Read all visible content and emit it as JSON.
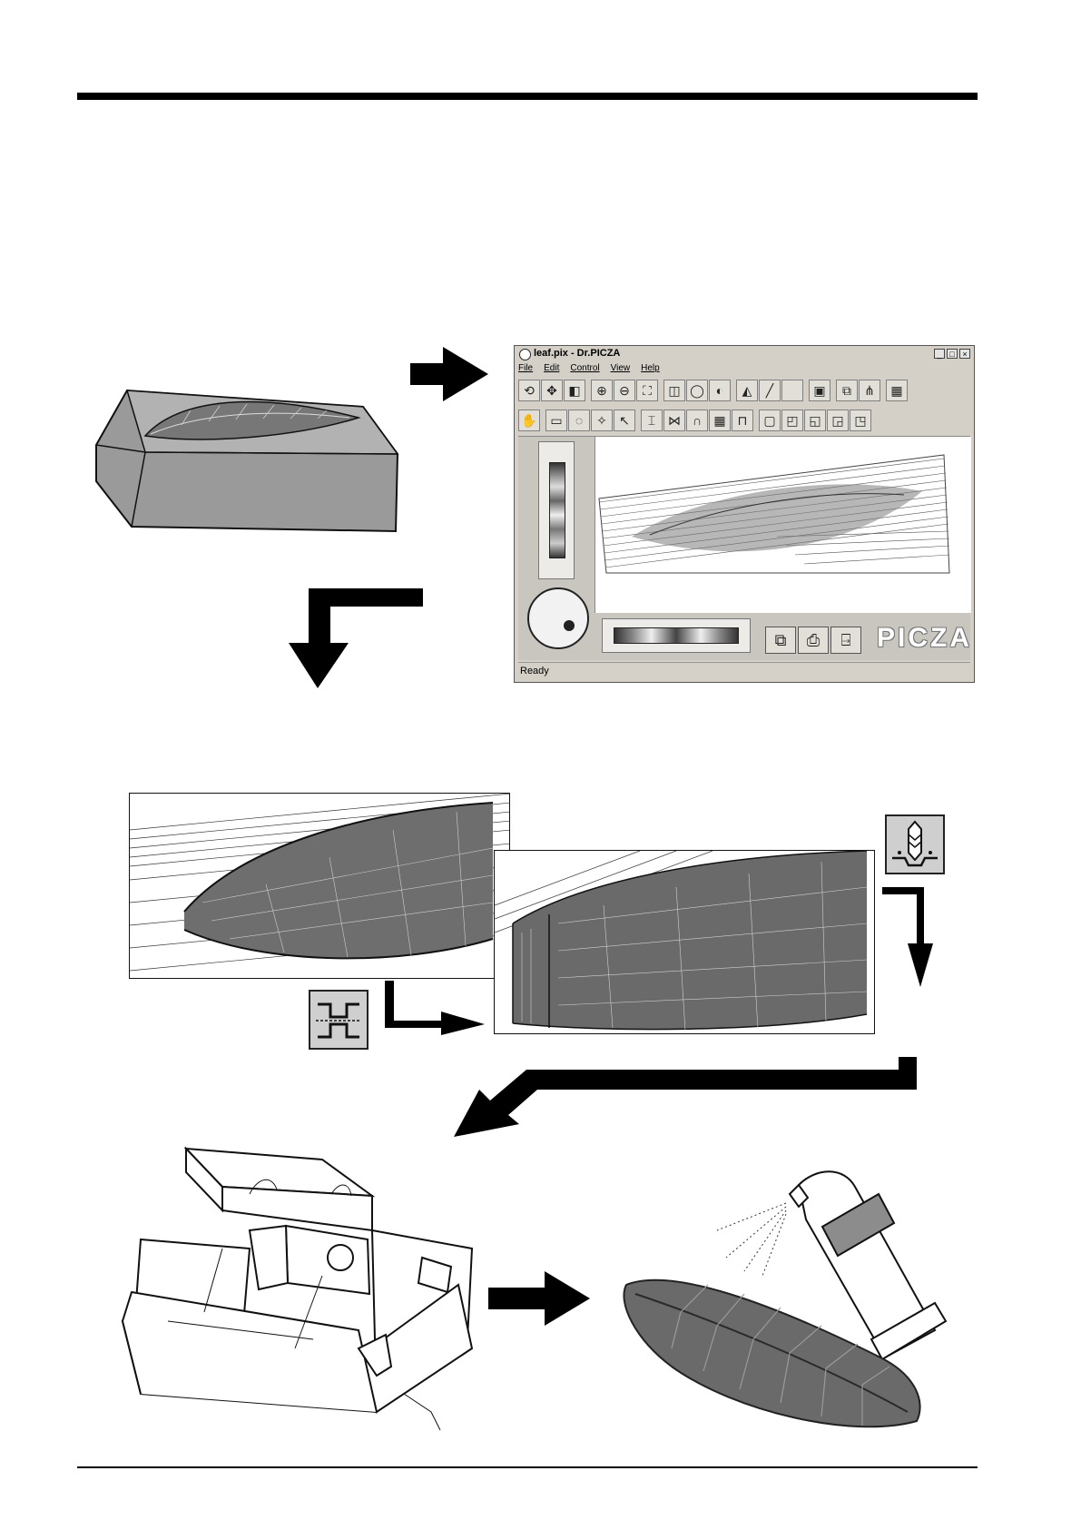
{
  "window": {
    "title": "leaf.pix - Dr.PICZA",
    "controls": {
      "minimize": "_",
      "maximize": "□",
      "close": "×"
    },
    "menus": [
      "File",
      "Edit",
      "Control",
      "View",
      "Help"
    ],
    "brand": "PICZA",
    "status": "Ready"
  },
  "icons": {
    "toolbar_1": [
      "rotate-icon",
      "move-icon",
      "extrude-icon",
      "zoom-in-icon",
      "zoom-out-icon",
      "fit-icon",
      "box-view-icon",
      "sphere-view-icon",
      "shade-icon",
      "fill-icon",
      "brush-icon",
      "blank-icon",
      "cube-icon",
      "copy-icon",
      "cut-icon",
      "export-icon"
    ],
    "toolbar_2": [
      "hand-icon",
      "select-rect-icon",
      "lasso-icon",
      "wand-icon",
      "pointer-icon",
      "step-icon",
      "mirror-icon",
      "arch-icon",
      "grid-icon",
      "frame-icon",
      "view-front-icon",
      "view-side-icon",
      "view-top-icon",
      "view-iso-icon",
      "view-back-icon"
    ],
    "bottom_buttons": [
      "stack-icon",
      "print-icon",
      "exit-icon"
    ],
    "process_icon_left": "step-cut-icon",
    "process_icon_right": "scan-mill-icon"
  }
}
